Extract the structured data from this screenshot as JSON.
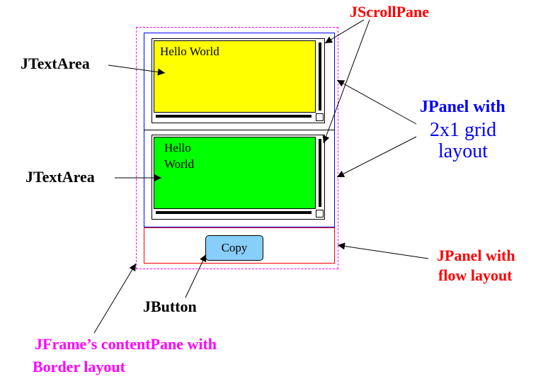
{
  "labels": {
    "jscrollpane": "JScrollPane",
    "jtextarea_top": "JTextArea",
    "jtextarea_bottom": "JTextArea",
    "grid_panel_line1": "JPanel with",
    "grid_panel_line2": "2x1 grid",
    "grid_panel_line3": "layout",
    "flow_panel_line1": "JPanel with",
    "flow_panel_line2": "flow layout",
    "jbutton": "JButton",
    "content_pane_line1": "JFrame’s contentPane with",
    "content_pane_line2": "Border layout"
  },
  "text_areas": {
    "top": "Hello World",
    "bottom": "Hello\nWorld"
  },
  "button": {
    "label": "Copy"
  },
  "colors": {
    "frame_border": "#ff00ff",
    "grid_panel_border": "#0000ff",
    "flow_panel_border": "#ff0000",
    "top_text_area_bg": "#ffff00",
    "bottom_text_area_bg": "#00ff00",
    "button_bg": "#87cefa",
    "label_black": "#000000",
    "label_red": "#ff0000",
    "label_blue": "#0000ff",
    "label_magenta": "#ff00ff"
  }
}
